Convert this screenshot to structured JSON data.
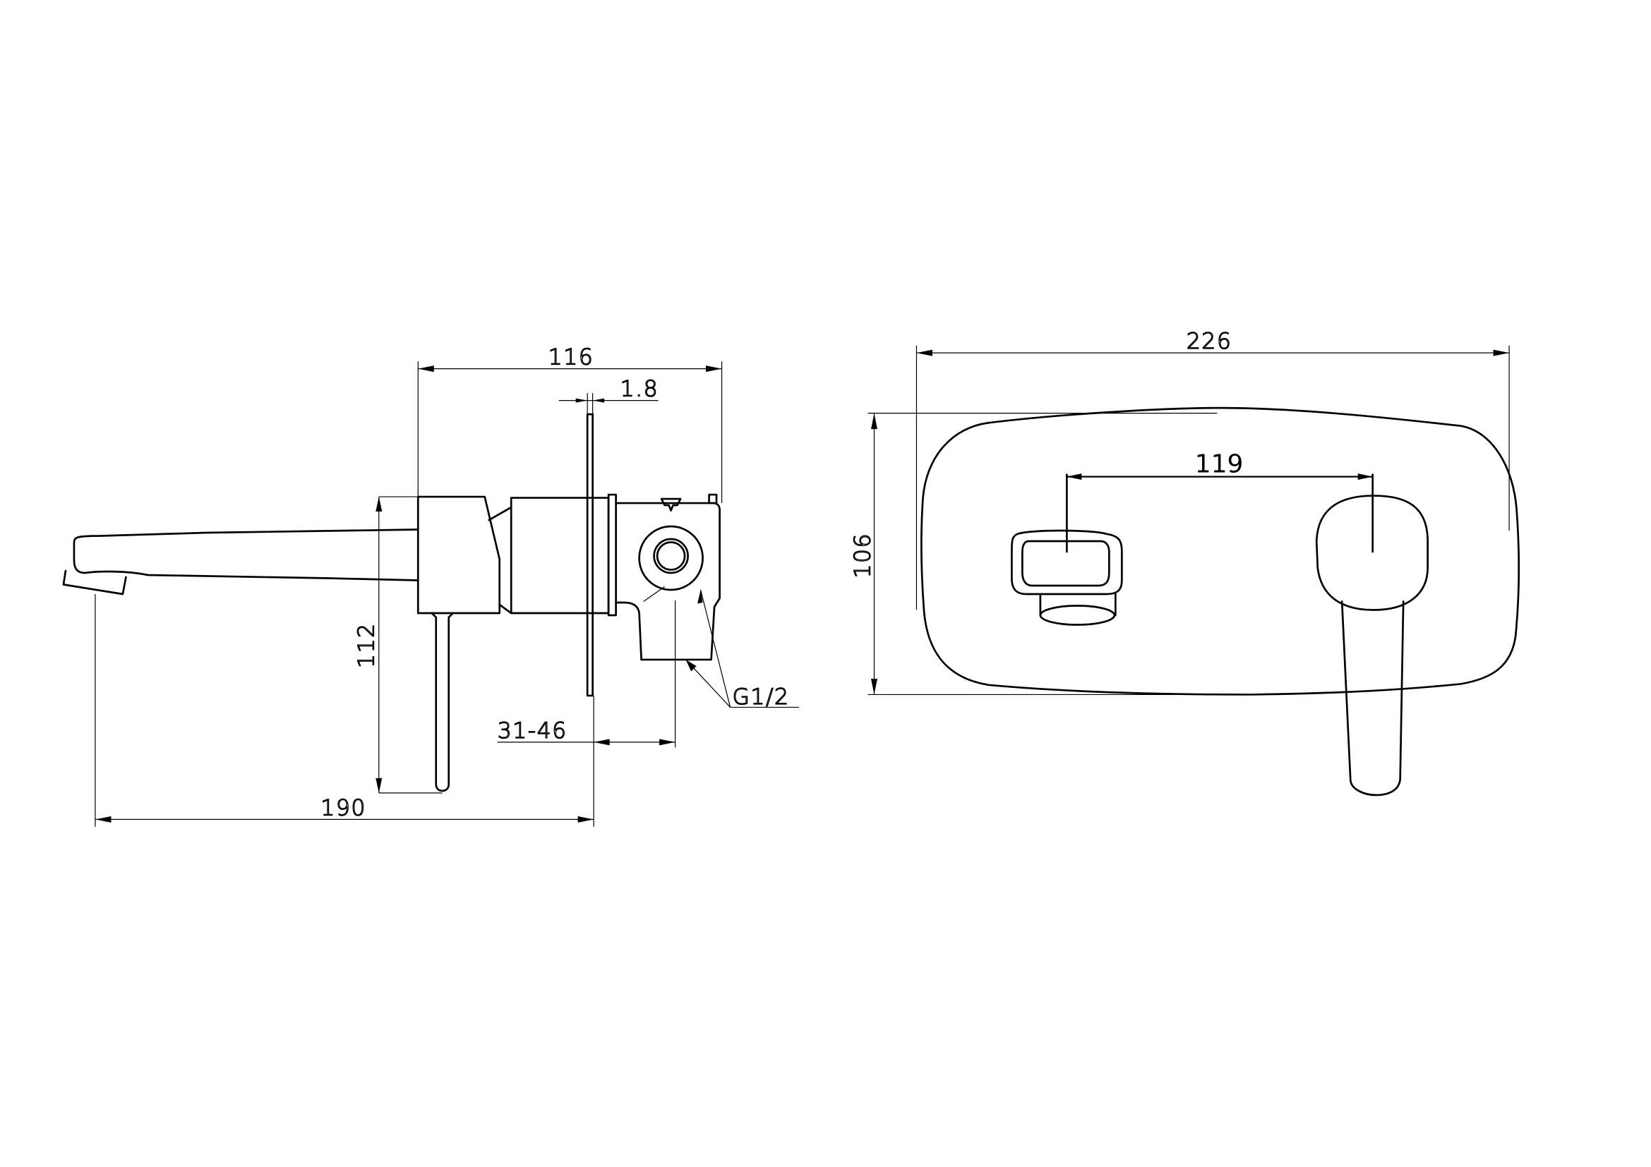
{
  "drawing": {
    "type": "technical-dimension-drawing",
    "subject": "wall-mounted basin mixer with spout",
    "views": [
      {
        "name": "side-view",
        "dimensions": {
          "overall_depth": "116",
          "plate_thickness": "1.8",
          "height": "112",
          "spout_projection": "190",
          "wall_adjustment": "31-46",
          "thread": "G1/2"
        }
      },
      {
        "name": "front-view",
        "dimensions": {
          "plate_width": "226",
          "plate_height": "106",
          "centres": "119"
        }
      }
    ]
  },
  "labels": {
    "dim_116": "116",
    "dim_1_8": "1.8",
    "dim_112": "112",
    "dim_190": "190",
    "dim_31_46": "31-46",
    "dim_g12": "G1/2",
    "dim_226": "226",
    "dim_106": "106",
    "dim_119": "119"
  },
  "colors": {
    "line": "#000000",
    "background": "#ffffff"
  }
}
